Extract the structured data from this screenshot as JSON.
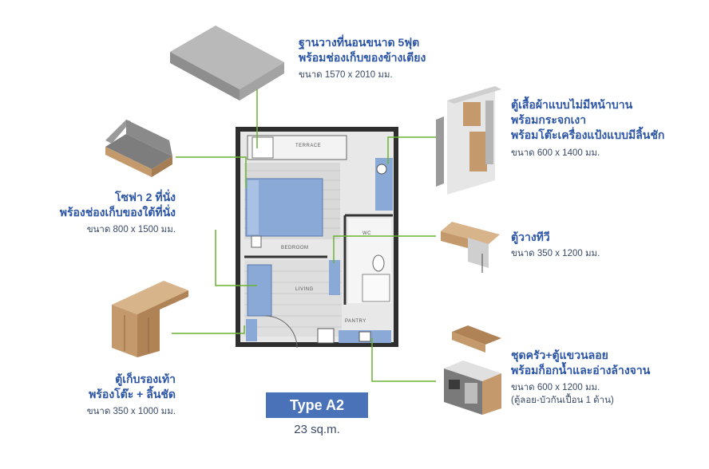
{
  "items": [
    {
      "key": "bed",
      "title": [
        "ฐานวางที่นอนขนาด 5ฟุต",
        "พร้อมช่องเก็บของข้างเตียง"
      ],
      "size": [
        "ขนาด 1570 x 2010 มม."
      ]
    },
    {
      "key": "wardrobe",
      "title": [
        "ตู้เสื้อผ้าแบบไม่มีหน้าบาน",
        "พร้อมกระจกเงา",
        "พร้อมโต๊ะเครื่องแป้งแบบมีลิ้นชัก"
      ],
      "size": [
        "ขนาด 600 x 1400 มม."
      ]
    },
    {
      "key": "sofa",
      "title": [
        "โซฟา 2 ที่นั่ง",
        "พร้องช่องเก็บของใต้ที่นั่ง"
      ],
      "size": [
        "ขนาด 800 x 1500 มม."
      ]
    },
    {
      "key": "tv",
      "title": [
        "ตู้วางทีวี"
      ],
      "size": [
        "ขนาด 350 x 1200 มม."
      ]
    },
    {
      "key": "shoe",
      "title": [
        "ตู้เก็บรองเท้า",
        "พร้องโต๊ะ + ลิ้นชัด"
      ],
      "size": [
        "ขนาด 350 x 1000 มม."
      ]
    },
    {
      "key": "kitchen",
      "title": [
        "ชุดครัว+ตู้แขวนลอย",
        "พร้อมก็อกน้ำและอ่างล้างจาน"
      ],
      "size": [
        "ขนาด 600 x 1200 มม.",
        "(ตู้ลอย-บัวกันเปื้อน 1 ด้าน)"
      ]
    }
  ],
  "plan_labels": {
    "terrace": "TERRACE",
    "bedroom": "BEDROOM",
    "wc": "WC",
    "living": "LIVING",
    "pantry": "PANTRY"
  },
  "unit_type": "Type A2",
  "unit_area": "23 sq.m.",
  "colors": {
    "title_text": "#2c55a6",
    "leader_line": "#6ab432",
    "badge_bg": "#4a72b8",
    "furniture_blue": "#8aa9d6",
    "wood": "#c49a6c"
  }
}
